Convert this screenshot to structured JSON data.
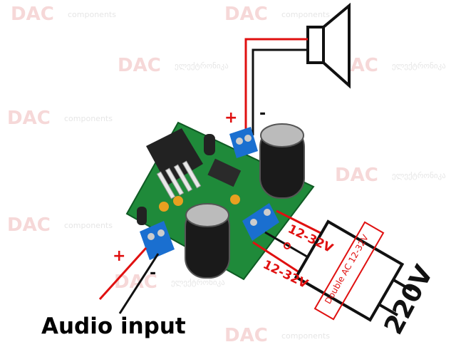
{
  "watermark": {
    "logo": "DAC",
    "sub": "components",
    "alt_sub": "ელექტრონიკა"
  },
  "labels": {
    "plus_speaker": "+",
    "minus_speaker": "-",
    "plus_input": "+",
    "minus_input": "-",
    "audio_input": "Audio input",
    "voltage_top": "12-32V",
    "voltage_bottom": "12-32V",
    "transformer": "Double AC 12-32V",
    "mains": "220V",
    "ground_symbol": "o"
  },
  "colors": {
    "wire_positive": "#e01010",
    "wire_negative": "#111111",
    "board": "#1f8a3a",
    "terminal": "#1a6fd0",
    "label_red": "#e01010"
  }
}
